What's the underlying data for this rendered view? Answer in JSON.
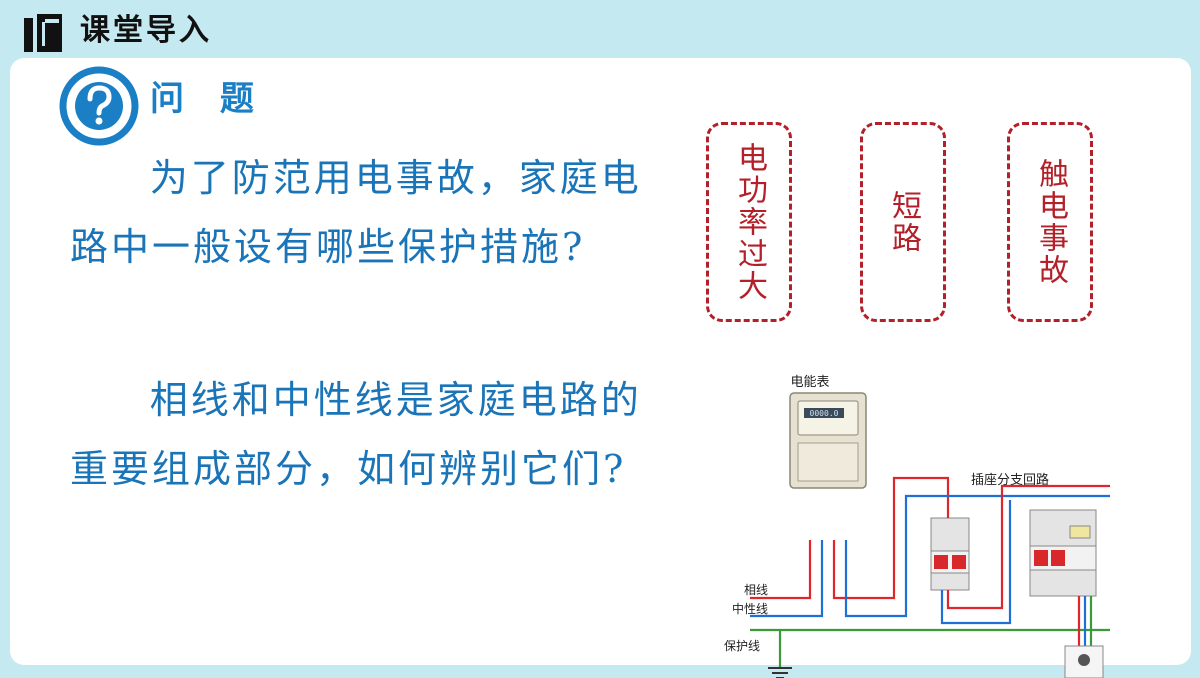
{
  "header": {
    "title": "课堂导入",
    "icon": "book-icon"
  },
  "section": {
    "label": "问 题",
    "icon": "question-icon"
  },
  "questions": [
    "为了防范用电事故，家庭电路中一般设有哪些保护措施?",
    "相线和中性线是家庭电路的重要组成部分，如何辨别它们?"
  ],
  "tags": [
    "电功率过大",
    "短路",
    "触电事故"
  ],
  "diagram": {
    "meter_label": "电能表",
    "meter_reading": "0000.0",
    "branch_label": "插座分支回路",
    "phase_label": "相线",
    "neutral_label": "中性线",
    "ground_label": "保护线"
  },
  "colors": {
    "background": "#c4e9f0",
    "accent_blue": "#1b7fc6",
    "tag_red": "#b32029",
    "wire_red": "#e0262d",
    "wire_blue": "#1e6fd6",
    "wire_green": "#3a9a3a"
  }
}
